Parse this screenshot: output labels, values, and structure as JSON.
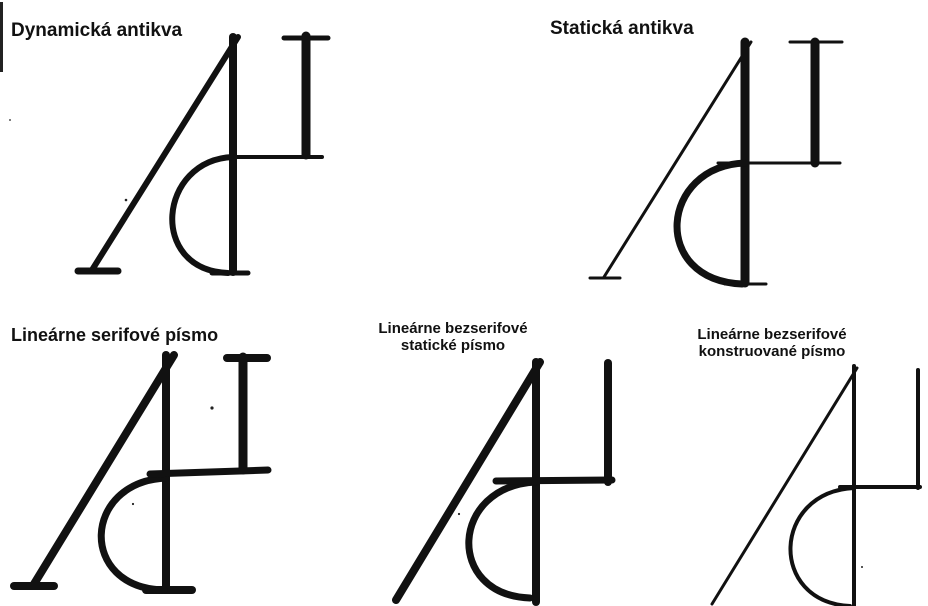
{
  "sections": {
    "dynamic_antiqua": {
      "title": "Dynamická antikva"
    },
    "static_antiqua": {
      "title": "Statická antikva"
    },
    "linear_serif": {
      "title": "Lineárne serifové písmo"
    },
    "linear_sans_static": {
      "title_line1": "Lineárne bezserifové",
      "title_line2": "statické písmo"
    },
    "linear_sans_constructed": {
      "title_line1": "Lineárne bezserifové",
      "title_line2": "konstruované písmo"
    }
  },
  "ink_color": "#111111"
}
